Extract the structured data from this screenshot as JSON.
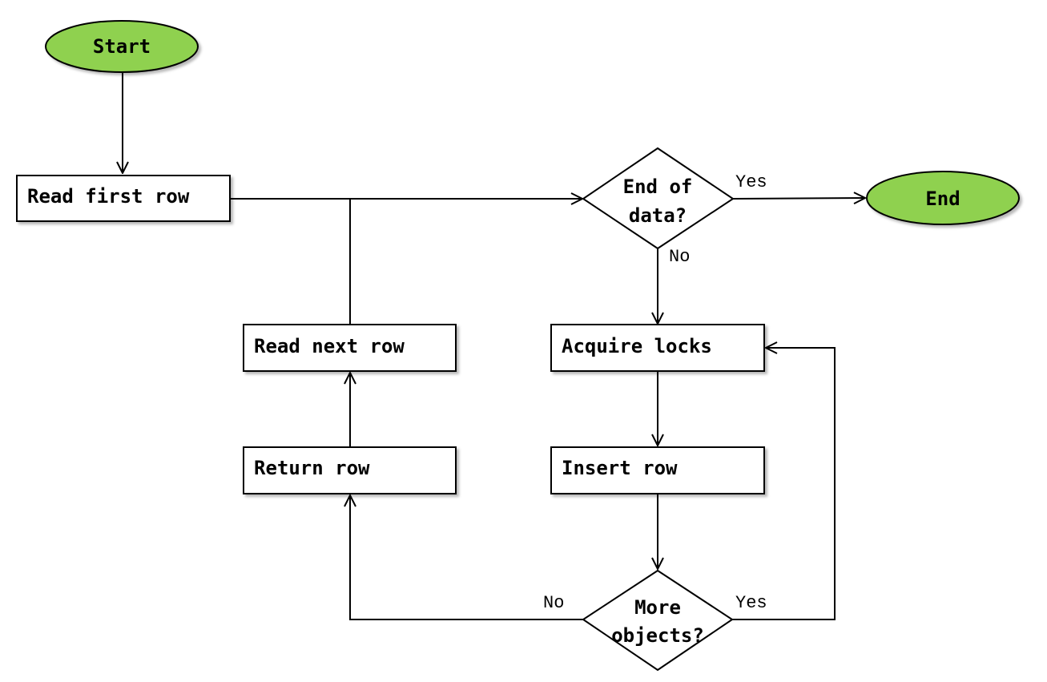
{
  "colors": {
    "terminal_fill": "#8fd14f",
    "box_fill": "#ffffff",
    "stroke": "#000000",
    "shadow": "#c8c8c8"
  },
  "nodes": {
    "start": "Start",
    "read_first_row": "Read first row",
    "end_of_data": [
      "End of",
      "data?"
    ],
    "end": "End",
    "read_next_row": "Read next row",
    "acquire_locks": "Acquire locks",
    "return_row": "Return row",
    "insert_row": "Insert row",
    "more_objects": [
      "More",
      "objects?"
    ]
  },
  "edge_labels": {
    "end_of_data_yes": "Yes",
    "end_of_data_no": "No",
    "more_objects_no": "No",
    "more_objects_yes": "Yes"
  }
}
